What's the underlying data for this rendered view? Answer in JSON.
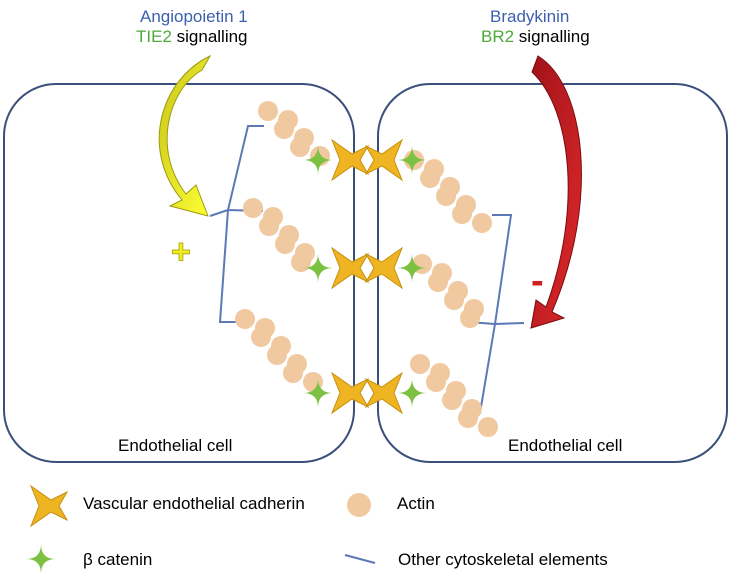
{
  "top_left": {
    "ligand": "Angiopoietin 1",
    "receptor": "TIE2",
    "suffix": " signalling",
    "effect_symbol": "+"
  },
  "top_right": {
    "ligand": "Bradykinin",
    "receptor": "BR2",
    "suffix": " signalling",
    "effect_symbol": "-"
  },
  "cells": {
    "left_label": "Endothelial cell",
    "right_label": "Endothelial cell"
  },
  "legend": {
    "cadherin": "Vascular endothelial cadherin",
    "actin": "Actin",
    "catenin": "β catenin",
    "cytoskeletal": "Other cytoskeletal elements"
  },
  "colors": {
    "cell_border": "#3a4f7a",
    "cytoskeleton_line": "#5b79b5",
    "actin": "#f0c9a0",
    "cadherin": "#eeb422",
    "catenin": "#7dc143",
    "ligand_text": "#3d5fad",
    "receptor_text": "#4ea83a",
    "positive_arrow": "#eeee22",
    "negative_arrow": "#d11f1f"
  }
}
